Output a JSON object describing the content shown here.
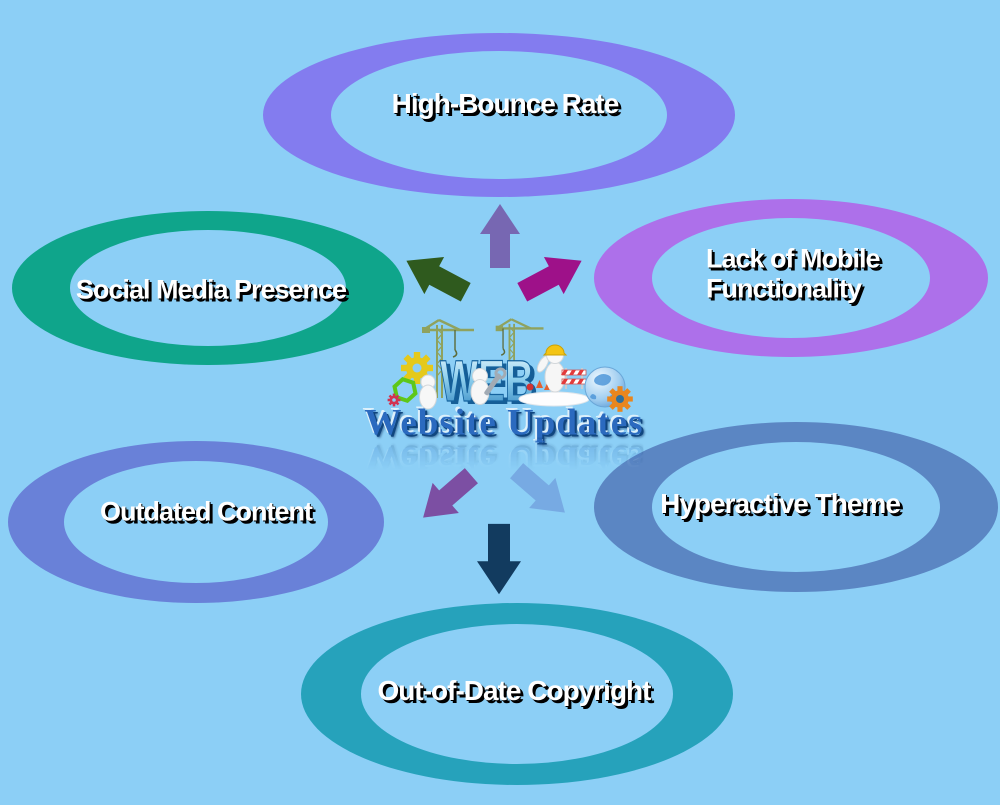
{
  "background_color": "#8CCFF6",
  "center": {
    "web_text": "WEB",
    "caption": "Website Updates"
  },
  "nodes": [
    {
      "id": "high-bounce-rate",
      "label": "High-Bounce Rate",
      "ring_color": "#837CEF"
    },
    {
      "id": "social-media-presence",
      "label": "Social Media Presence",
      "ring_color": "#0FA58B"
    },
    {
      "id": "lack-of-mobile-functionality",
      "label": "Lack of Mobile Functionality",
      "ring_color": "#AD70EA"
    },
    {
      "id": "outdated-content",
      "label": "Outdated Content",
      "ring_color": "#6981D8"
    },
    {
      "id": "hyperactive-theme",
      "label": "Hyperactive Theme",
      "ring_color": "#5B86C3"
    },
    {
      "id": "out-of-date-copyright",
      "label": "Out-of-Date Copyright",
      "ring_color": "#26A2BB"
    }
  ],
  "arrows": [
    {
      "direction": "up",
      "color": "#7767B2"
    },
    {
      "direction": "up-left",
      "color": "#2F5A1E"
    },
    {
      "direction": "up-right",
      "color": "#9E1189"
    },
    {
      "direction": "down-left",
      "color": "#7C4FA3"
    },
    {
      "direction": "down-right",
      "color": "#77AAE3"
    },
    {
      "direction": "down",
      "color": "#123B5F"
    }
  ]
}
